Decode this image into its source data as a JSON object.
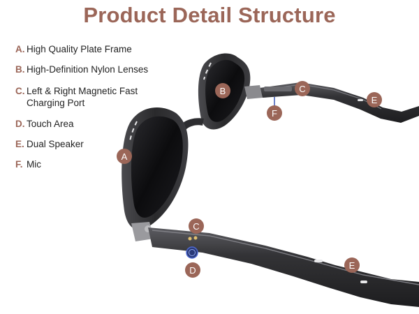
{
  "header": {
    "title": "Product Detail Structure"
  },
  "colors": {
    "accent": "#9b6658",
    "frame": "#2b2b2d",
    "frame_highlight": "#5a5a5e",
    "lens": "#111113",
    "mic_ring": "#3a58b8"
  },
  "features": [
    {
      "letter": "A.",
      "text": "High Quality Plate Frame"
    },
    {
      "letter": "B.",
      "text": "High-Definition Nylon Lenses"
    },
    {
      "letter": "C.",
      "text": "Left & Right Magnetic Fast Charging Port"
    },
    {
      "letter": "D.",
      "text": "Touch Area"
    },
    {
      "letter": "E.",
      "text": "Dual Speaker"
    },
    {
      "letter": "F.",
      "text": "Mic"
    }
  ],
  "callouts": {
    "a": "A",
    "b": "B",
    "c_top": "C",
    "c_bottom": "C",
    "d": "D",
    "e_top": "E",
    "e_bottom": "E",
    "f": "F"
  }
}
